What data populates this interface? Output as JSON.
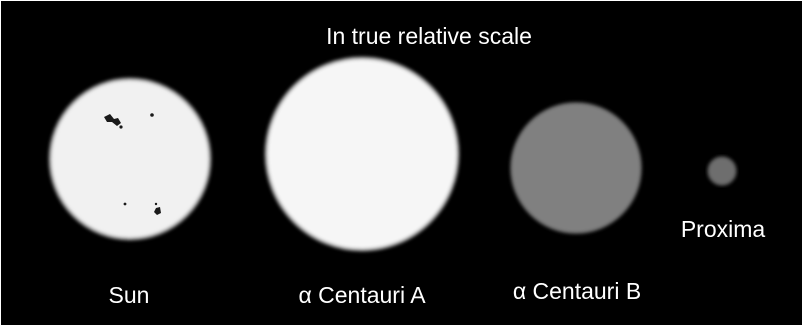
{
  "title": "In true relative scale",
  "stars": [
    {
      "id": "sun",
      "label": "Sun",
      "color": "#f1f1f1"
    },
    {
      "id": "alpha-centauri-a",
      "label": "α Centauri A",
      "color": "#f6f6f6"
    },
    {
      "id": "alpha-centauri-b",
      "label": "α Centauri B",
      "color": "#808080"
    },
    {
      "id": "proxima",
      "label": "Proxima",
      "color": "#6e6e6e"
    }
  ],
  "colors": {
    "background": "#000000",
    "text": "#ffffff",
    "sunspots": "#1a1a1a"
  }
}
